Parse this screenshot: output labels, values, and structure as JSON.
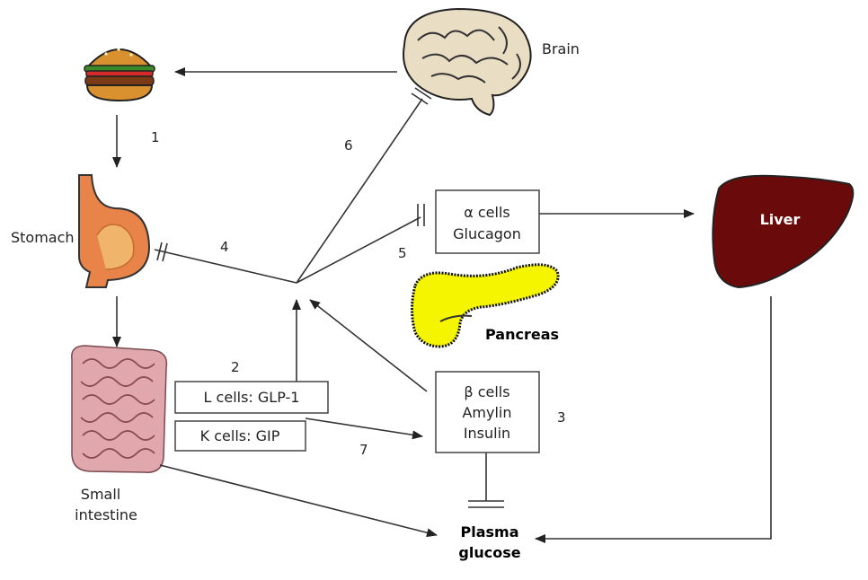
{
  "labels": {
    "brain": "Brain",
    "stomach": "Stomach",
    "small_intestine_line1": "Small",
    "small_intestine_line2": "intestine",
    "liver": "Liver",
    "pancreas": "Pancreas",
    "plasma_glucose_line1": "Plasma",
    "plasma_glucose_line2": "glucose"
  },
  "boxes": {
    "alpha_line1": "α cells",
    "alpha_line2": "Glucagon",
    "beta_line1": "β cells",
    "beta_line2": "Amylin",
    "beta_line3": "Insulin",
    "l_cells": "L cells: GLP-1",
    "k_cells": "K cells: GIP"
  },
  "step_numbers": [
    "1",
    "2",
    "3",
    "4",
    "5",
    "6",
    "7"
  ],
  "colors": {
    "liver": "#6b0a0a",
    "pancreas": "#f5f500",
    "stomach": "#e8844a",
    "intestine": "#e0a8ac",
    "brain": "#e9ddc4"
  },
  "icons": [
    "burger-icon",
    "brain-icon",
    "stomach-icon",
    "small-intestine-icon",
    "pancreas-icon",
    "liver-icon"
  ]
}
